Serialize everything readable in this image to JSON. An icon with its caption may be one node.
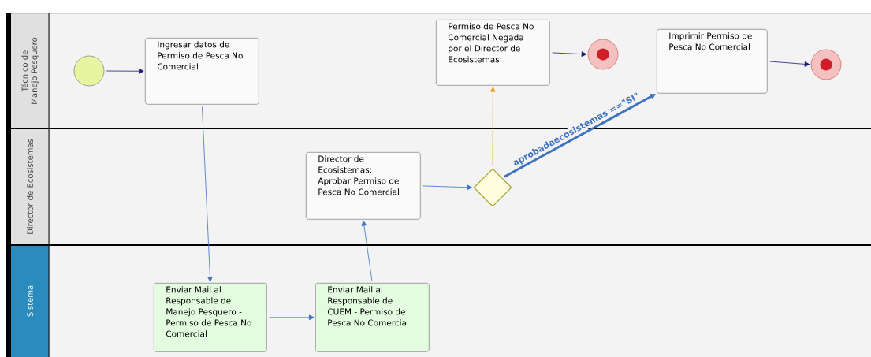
{
  "diagram": {
    "nodes": [
      {
        "text": [
          "Técnico de Manejo Pesquero"
        ]
      },
      {
        "text": [],
        "shape": "circle",
        "in": 0
      },
      {
        "text": [
          "Ingresar datos de Permiso de Pesca No Comercial"
        ],
        "in": 0
      },
      {
        "text": [
          "Permiso de Pesca No Comercial Negada por el Director de Ecosistemas"
        ],
        "in": 0
      },
      {
        "text": [],
        "shape": "circle",
        "in": 0
      },
      {
        "text": [
          "Imprimir Permiso de Pesca No Comercial"
        ],
        "in": 0
      },
      {
        "text": [],
        "shape": "circle",
        "in": 0
      },
      {
        "text": [
          "Director de Ecosistemas"
        ]
      },
      {
        "text": [
          "Director de Ecosistemas: Aprobar Permiso de Pesca No Comercial"
        ],
        "in": 7
      },
      {
        "text": [],
        "shape": "diamond",
        "in": 7
      },
      {
        "text": [
          "Sistema"
        ]
      },
      {
        "text": [
          "Enviar Mail al Responsable de Manejo Pesquero - Permiso de Pesca No Comercial"
        ],
        "in": 10
      },
      {
        "text": [
          "Enviar Mail al Responsable de CUEM - Permiso de Pesca No Comercial"
        ],
        "in": 10
      }
    ],
    "edges": [
      {
        "from": 1,
        "to": 2,
        "arrow": "to",
        "color": "#1a1a7a"
      },
      {
        "from": 2,
        "to": 11,
        "arrow": "to"
      },
      {
        "from": 11,
        "to": 12,
        "arrow": "to"
      },
      {
        "from": 12,
        "to": 8,
        "arrow": "to"
      },
      {
        "from": 8,
        "to": 9,
        "arrow": "to"
      },
      {
        "from": 9,
        "to": 3,
        "arrow": "to",
        "color": "#f0a020"
      },
      {
        "from": 3,
        "to": 4,
        "arrow": "to",
        "color": "#1a1a7a"
      },
      {
        "from": 9,
        "to": 5,
        "arrow": "to",
        "label": "aprobadaecosistemas ==\"SI\"",
        "style": "thick"
      },
      {
        "from": 5,
        "to": 6,
        "arrow": "to",
        "color": "#1a1a7a"
      }
    ]
  }
}
